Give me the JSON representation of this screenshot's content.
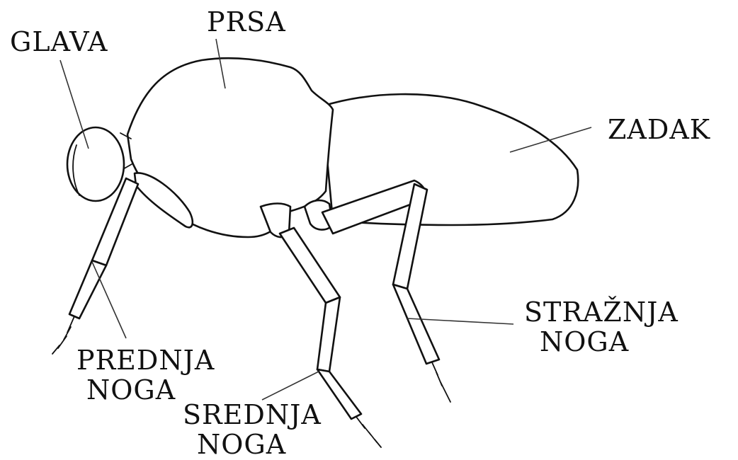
{
  "labels": {
    "head": "GLAVA",
    "thorax": "PRSA",
    "abdomen": "ZADAK",
    "front_leg": {
      "line1": "PREDNJA",
      "line2": "NOGA"
    },
    "middle_leg": {
      "line1": "SREDNJA",
      "line2": "NOGA"
    },
    "hind_leg": {
      "line1": "STRAŽNJA",
      "line2": "NOGA"
    }
  }
}
